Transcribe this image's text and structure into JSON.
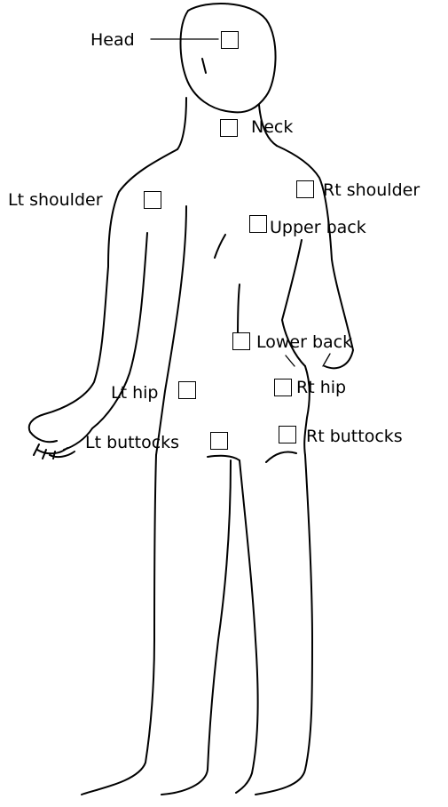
{
  "diagram": {
    "sites": [
      {
        "key": "head",
        "label": "Head",
        "checked": false
      },
      {
        "key": "neck",
        "label": "Neck",
        "checked": false
      },
      {
        "key": "lt-shoulder",
        "label": "Lt shoulder",
        "checked": false
      },
      {
        "key": "rt-shoulder",
        "label": "Rt shoulder",
        "checked": false
      },
      {
        "key": "upper-back",
        "label": "Upper back",
        "checked": false
      },
      {
        "key": "lower-back",
        "label": "Lower back",
        "checked": false
      },
      {
        "key": "lt-hip",
        "label": "Lt hip",
        "checked": false
      },
      {
        "key": "rt-hip",
        "label": "Rt hip",
        "checked": false
      },
      {
        "key": "lt-buttocks",
        "label": "Lt buttocks",
        "checked": false
      },
      {
        "key": "rt-buttocks",
        "label": "Rt buttocks",
        "checked": false
      }
    ]
  }
}
